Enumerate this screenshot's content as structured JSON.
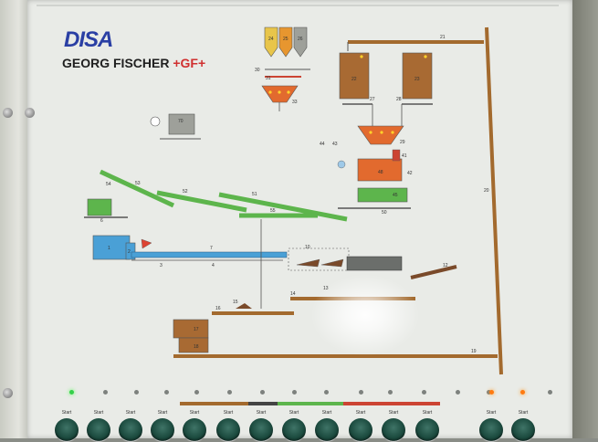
{
  "brand": {
    "logo_text": "DISA",
    "company_name": "GEORG FISCHER",
    "company_mark": "+GF+"
  },
  "stations": {
    "s1": "1",
    "s2": "2",
    "s3": "3",
    "s4": "4",
    "s6": "6",
    "s7": "7",
    "s10": "10",
    "s12": "12",
    "s13": "13",
    "s14": "14",
    "s15": "15",
    "s16": "16",
    "s17": "17",
    "s18": "18",
    "s19": "19",
    "s20": "20",
    "s21": "21",
    "s22": "22",
    "s23": "23",
    "s24": "24",
    "s25": "25",
    "s26": "26",
    "s27": "27",
    "s28": "28",
    "s29": "29",
    "s30": "30",
    "s31": "31",
    "s33": "33",
    "s41": "41",
    "s42": "42",
    "s43": "43",
    "s44": "44",
    "s45": "45",
    "s48": "48",
    "s50": "50",
    "s51": "51",
    "s52": "52",
    "s53": "53",
    "s54": "54",
    "s55": "55",
    "s70": "70"
  },
  "start_label": "Start",
  "colors": {
    "conveyor_brown": "#a36a2e",
    "conveyor_green": "#5db54c",
    "hopper_orange": "#e26a2e",
    "machine_blue": "#4aa0d6",
    "silo_brown": "#a86a33",
    "lamp_green": "#35d04a",
    "lamp_orange": "#ff7a10"
  },
  "lamps": [
    "green",
    "off",
    "off",
    "off",
    "off",
    "off",
    "off",
    "off",
    "off",
    "off",
    "off",
    "off",
    "off",
    "off",
    "orange",
    "orange",
    "off"
  ],
  "start_buttons": [
    {
      "name": "start-button-1"
    },
    {
      "name": "start-button-2"
    },
    {
      "name": "start-button-3"
    },
    {
      "name": "start-button-4"
    },
    {
      "name": "start-button-5"
    },
    {
      "name": "start-button-6"
    },
    {
      "name": "start-button-7"
    },
    {
      "name": "start-button-8"
    },
    {
      "name": "start-button-9"
    },
    {
      "name": "start-button-10"
    },
    {
      "name": "start-button-11"
    },
    {
      "name": "start-button-12"
    },
    {
      "name": "start-button-13"
    },
    {
      "name": "start-button-14"
    }
  ]
}
